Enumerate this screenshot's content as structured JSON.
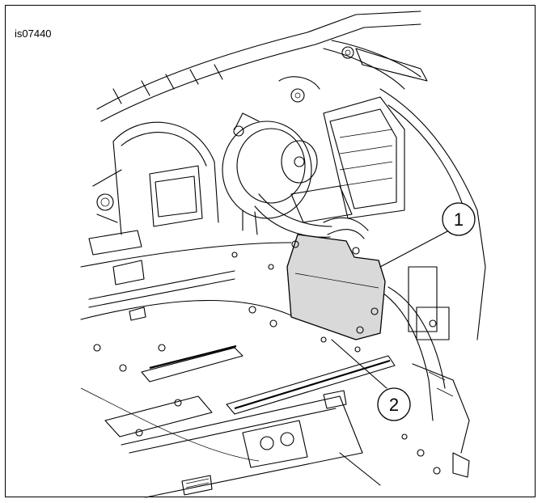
{
  "figure": {
    "id_label": "is07440"
  },
  "callouts": [
    {
      "number": "1"
    },
    {
      "number": "2"
    }
  ],
  "colors": {
    "line": "#000000",
    "module_fill": "#d9d9d9",
    "background": "#ffffff"
  }
}
